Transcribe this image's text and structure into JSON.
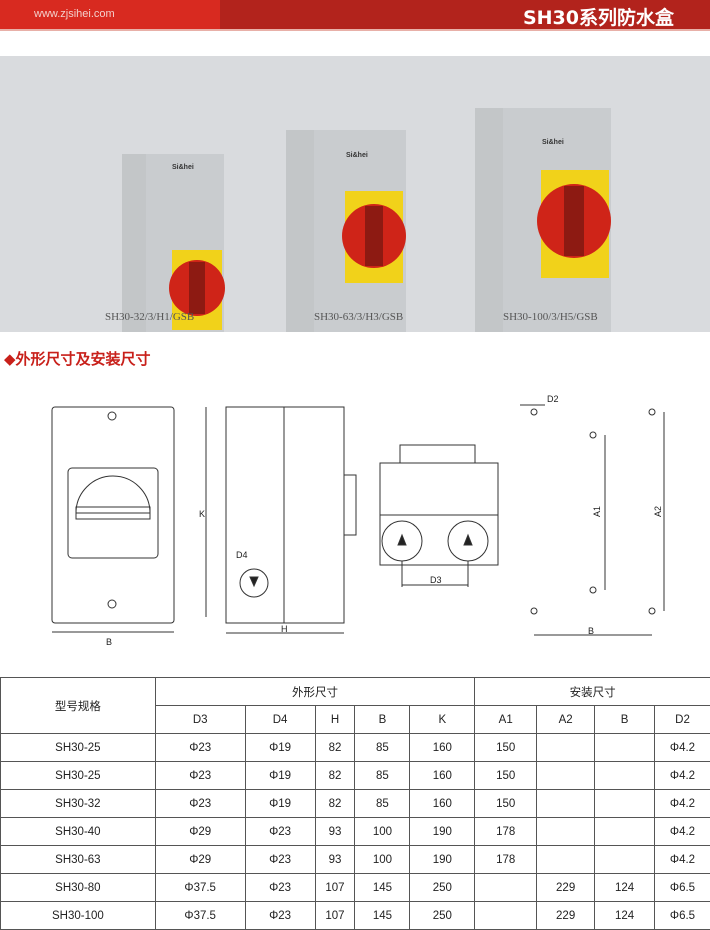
{
  "header": {
    "site": "www.zjsihei.com",
    "title": "SH30系列防水盒"
  },
  "products": [
    {
      "caption": "SH30-32/3/H1/GSB"
    },
    {
      "caption": "SH30-63/3/H3/GSB"
    },
    {
      "caption": "SH30-100/3/H5/GSB"
    }
  ],
  "brand": "Si&hei",
  "section_title": "◆外形尺寸及安装尺寸",
  "diagram_labels": {
    "B": "B",
    "K": "K",
    "H": "H",
    "D4": "D4",
    "D3": "D3",
    "D2": "D2",
    "A1": "A1",
    "A2": "A2"
  },
  "table": {
    "model_header": "型号规格",
    "group_outer": "外形尺寸",
    "group_mount": "安装尺寸",
    "columns": [
      "D3",
      "D4",
      "H",
      "B",
      "K",
      "A1",
      "A2",
      "B",
      "D2"
    ],
    "rows": [
      [
        "SH30-25",
        "Φ23",
        "Φ19",
        "82",
        "85",
        "160",
        "150",
        "",
        "",
        "Φ4.2"
      ],
      [
        "SH30-25",
        "Φ23",
        "Φ19",
        "82",
        "85",
        "160",
        "150",
        "",
        "",
        "Φ4.2"
      ],
      [
        "SH30-32",
        "Φ23",
        "Φ19",
        "82",
        "85",
        "160",
        "150",
        "",
        "",
        "Φ4.2"
      ],
      [
        "SH30-40",
        "Φ29",
        "Φ23",
        "93",
        "100",
        "190",
        "178",
        "",
        "",
        "Φ4.2"
      ],
      [
        "SH30-63",
        "Φ29",
        "Φ23",
        "93",
        "100",
        "190",
        "178",
        "",
        "",
        "Φ4.2"
      ],
      [
        "SH30-80",
        "Φ37.5",
        "Φ23",
        "107",
        "145",
        "250",
        "",
        "229",
        "124",
        "Φ6.5"
      ],
      [
        "SH30-100",
        "Φ37.5",
        "Φ23",
        "107",
        "145",
        "250",
        "",
        "229",
        "124",
        "Φ6.5"
      ]
    ]
  }
}
